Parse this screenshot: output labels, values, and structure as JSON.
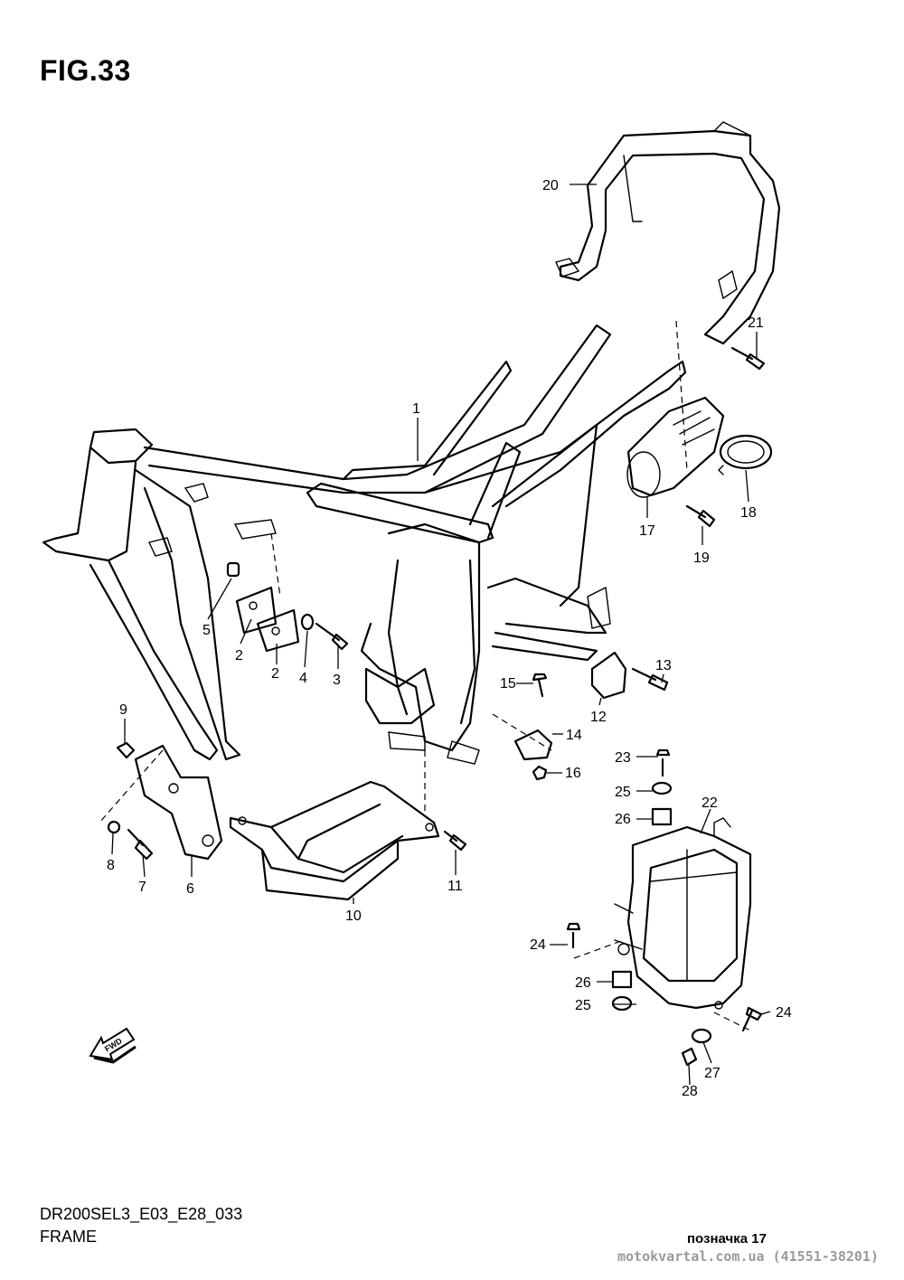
{
  "figure": {
    "title": "FIG.33",
    "code": "DR200SEL3_E03_E28_033",
    "name": "FRAME"
  },
  "part_numbers": [
    "1",
    "2",
    "2",
    "3",
    "4",
    "5",
    "6",
    "7",
    "8",
    "9",
    "10",
    "11",
    "12",
    "13",
    "14",
    "15",
    "16",
    "17",
    "18",
    "19",
    "20",
    "21",
    "22",
    "23",
    "24",
    "24",
    "25",
    "25",
    "26",
    "26",
    "27",
    "28"
  ],
  "fwd_label": "FWD",
  "footer": {
    "mark": "позначка 17",
    "watermark": "motokvartal.com.ua (41551-38201)"
  }
}
